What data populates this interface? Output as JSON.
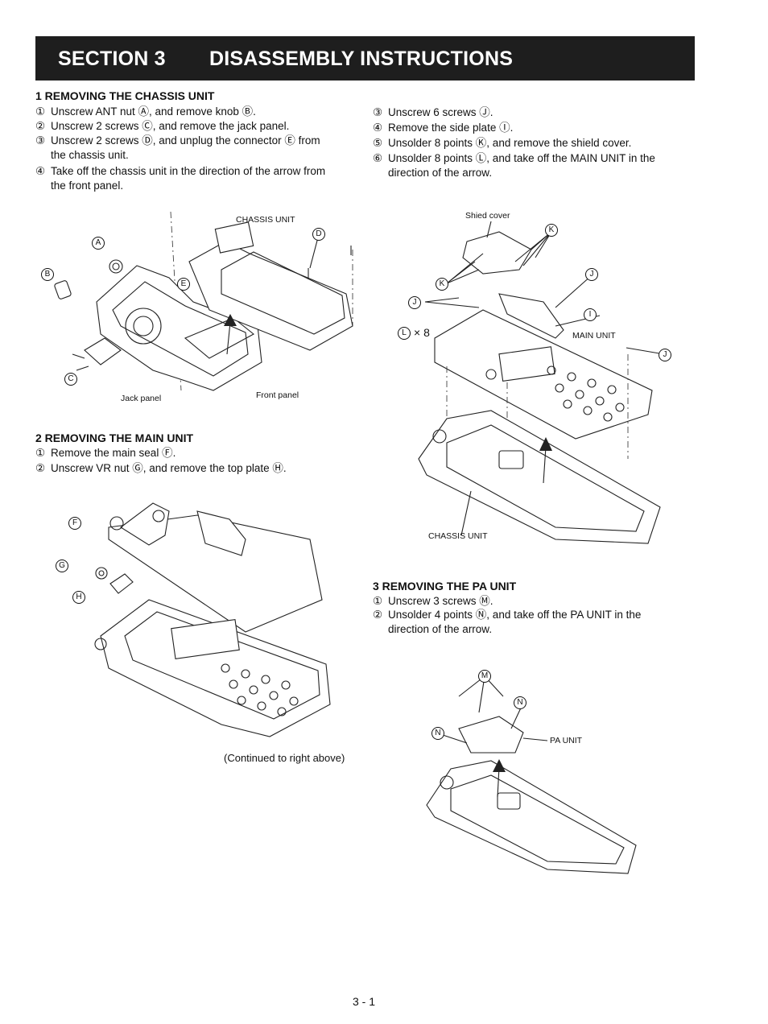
{
  "header": {
    "section": "SECTION 3",
    "title": "DISASSEMBLY INSTRUCTIONS"
  },
  "chassis": {
    "heading": "1 REMOVING THE CHASSIS UNIT",
    "steps": [
      {
        "num": "①",
        "text": "Unscrew ANT nut Ⓐ, and remove knob Ⓑ."
      },
      {
        "num": "②",
        "text": "Unscrew 2 screws Ⓒ, and remove the jack panel."
      },
      {
        "num": "③",
        "text": "Unscrew 2 screws Ⓓ, and unplug the connector Ⓔ from",
        "cont": "the chassis unit."
      },
      {
        "num": "④",
        "text": "Take off the chassis unit in the direction of the arrow from",
        "cont": "the front panel."
      }
    ],
    "figure": {
      "chassis_unit": "CHASSIS UNIT",
      "jack_panel": "Jack panel",
      "front_panel": "Front panel",
      "callouts": [
        "A",
        "B",
        "C",
        "D",
        "E"
      ]
    }
  },
  "main": {
    "heading": "2 REMOVING THE MAIN UNIT",
    "steps": [
      {
        "num": "①",
        "text": "Remove the main seal Ⓕ."
      },
      {
        "num": "②",
        "text": "Unscrew VR nut Ⓖ, and remove the top plate Ⓗ."
      }
    ],
    "figure": {
      "callouts": [
        "F",
        "G",
        "H"
      ]
    },
    "continued": "(Continued to right above)"
  },
  "main_cont": {
    "steps": [
      {
        "num": "③",
        "text": "Unscrew 6 screws Ⓙ."
      },
      {
        "num": "④",
        "text": "Remove the side plate Ⓘ."
      },
      {
        "num": "⑤",
        "text": "Unsolder 8 points Ⓚ, and remove the shield cover."
      },
      {
        "num": "⑥",
        "text": "Unsolder 8 points Ⓛ, and take off the MAIN UNIT in the",
        "cont": "direction of the arrow."
      }
    ],
    "figure": {
      "shield_cover": "Shied cover",
      "main_unit": "MAIN UNIT",
      "chassis_unit": "CHASSIS UNIT",
      "times8": "× 8",
      "callouts": [
        "K",
        "K",
        "J",
        "J",
        "J",
        "I",
        "L"
      ]
    }
  },
  "pa": {
    "heading": "3 REMOVING THE PA UNIT",
    "steps": [
      {
        "num": "①",
        "text": "Unscrew 3 screws Ⓜ."
      },
      {
        "num": "②",
        "text": "Unsolder 4 points Ⓝ, and take off the PA UNIT in the",
        "cont": "direction of the arrow."
      }
    ],
    "figure": {
      "pa_unit": "PA UNIT",
      "callouts": [
        "M",
        "N",
        "N"
      ]
    }
  },
  "footer": {
    "page_number": "3 - 1"
  }
}
